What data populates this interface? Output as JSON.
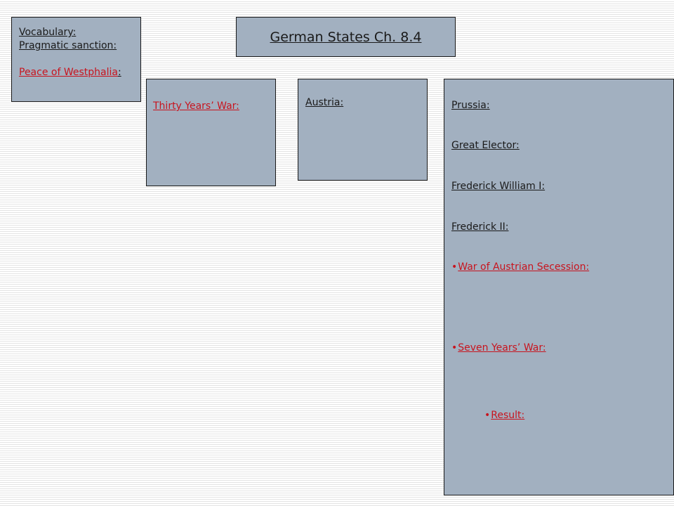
{
  "title": "German States Ch. 8.4",
  "vocab_box": {
    "heading": "Vocabulary:",
    "line1": "Pragmatic sanction:",
    "line2_link": "Peace of Westphalia",
    "line2_suffix": ":"
  },
  "thirty_box": {
    "label": "Thirty Years’ War:"
  },
  "austria_box": {
    "label": "Austria:"
  },
  "prussia_box": {
    "heading": "Prussia:",
    "great_elector": "Great Elector:",
    "fw1": "Frederick William I:",
    "f2": "Frederick II:",
    "bullet1": "War of Austrian Secession:",
    "bullet2": "Seven Years’ War:",
    "bullet3": "Result:",
    "bullet_glyph": "•"
  },
  "colors": {
    "box_fill": "#a2b0c0",
    "link_red": "#c8141e"
  }
}
